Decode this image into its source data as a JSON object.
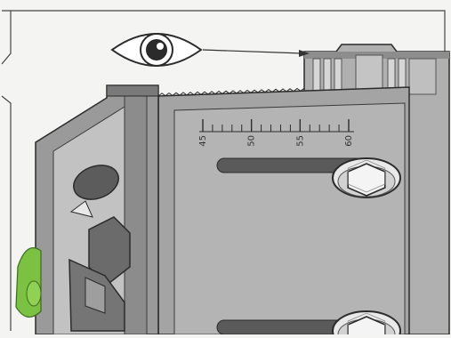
{
  "illustration": {
    "colors": {
      "paper": "#f4f4f2",
      "panel_border": "#444444",
      "metal_light": "#c9c9c9",
      "metal_mid": "#a8a8a8",
      "metal_dark": "#7d7d7d",
      "metal_deep": "#5c5c5c",
      "outline": "#2b2b2b",
      "slot": "#5a5a5a",
      "green_part": "#7cc242"
    },
    "eye_icon": {
      "name": "eye-icon"
    },
    "scale": {
      "ticks_per_major": 5,
      "major_labels": [
        "45",
        "50",
        "55",
        "60"
      ]
    },
    "bolts": [
      {
        "name": "hex-bolt-top"
      },
      {
        "name": "hex-bolt-bottom"
      }
    ],
    "callout": {
      "name": "view-pointer"
    }
  }
}
